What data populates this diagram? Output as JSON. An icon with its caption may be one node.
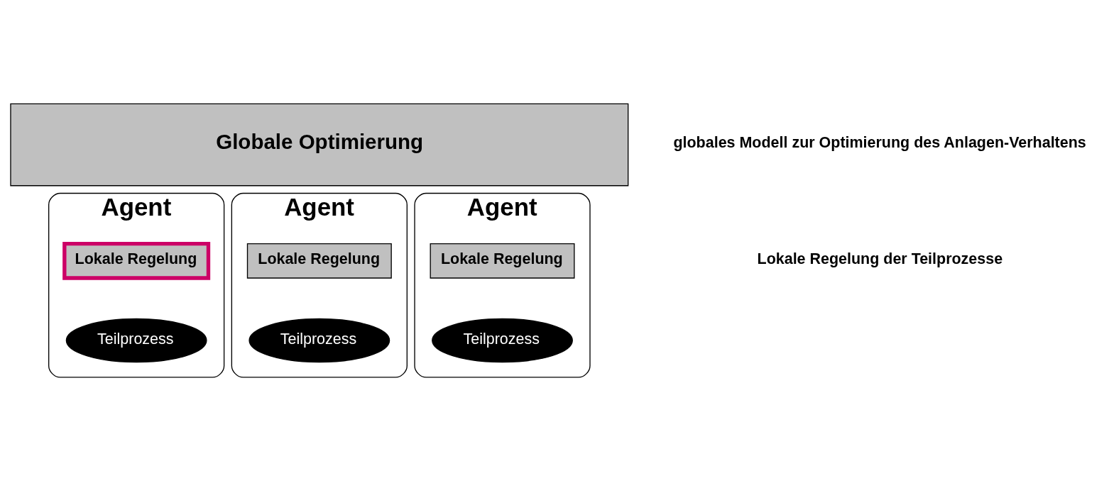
{
  "diagram": {
    "nodes": [
      {
        "text": [
          "Globale Optimierung"
        ]
      },
      {
        "text": [
          "Agent"
        ]
      },
      {
        "text": [
          "Lokale Regelung"
        ],
        "in": 1
      },
      {
        "text": [
          "Teilprozess"
        ],
        "in": 1
      },
      {
        "text": [
          "Agent"
        ]
      },
      {
        "text": [
          "Lokale Regelung"
        ],
        "in": 4
      },
      {
        "text": [
          "Teilprozess"
        ],
        "in": 4
      },
      {
        "text": [
          "Agent"
        ]
      },
      {
        "text": [
          "Lokale Regelung"
        ],
        "in": 7
      },
      {
        "text": [
          "Teilprozess"
        ],
        "in": 7
      }
    ],
    "edges": [],
    "labels": [
      "globales Modell zur Optimierung des Anlagen-Verhaltens",
      "Lokale Regelung der Teilprozesse"
    ]
  }
}
